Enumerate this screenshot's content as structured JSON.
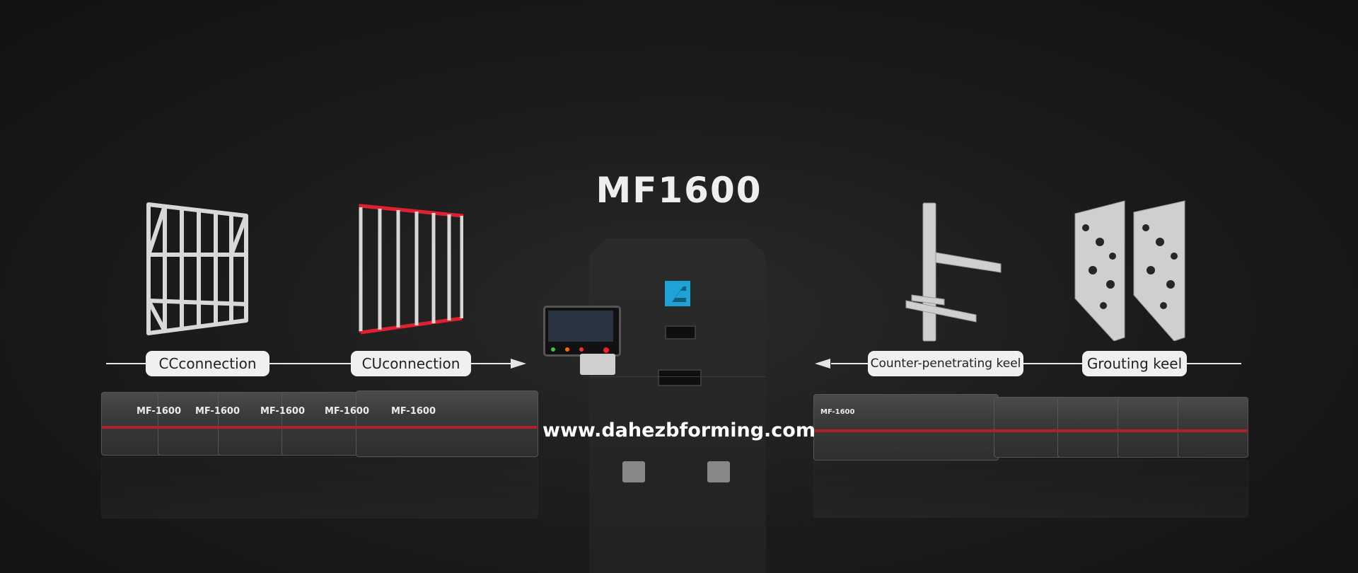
{
  "title": "MF1600",
  "website": "www.dahezbforming.com",
  "left_labels": [
    "CCconnection",
    "CUconnection"
  ],
  "right_labels": [
    "Counter-penetrating keel",
    "Grouting keel"
  ],
  "machine_labels": [
    "MF-1600",
    "MF-1600",
    "MF-1600",
    "MF-1600",
    "MF-1600"
  ],
  "right_machine_label": "MF-1600",
  "colors": {
    "background": "#161616",
    "accent_red": "#b0222a",
    "logo_blue": "#1fa3d6",
    "label_bg": "#f0f0f0"
  }
}
